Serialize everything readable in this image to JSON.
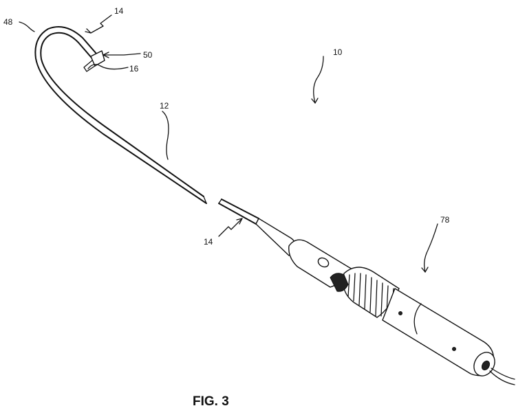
{
  "figure": {
    "caption": "FIG. 3",
    "labels": {
      "ref_48": "48",
      "ref_14_top": "14",
      "ref_50": "50",
      "ref_16": "16",
      "ref_12": "12",
      "ref_10": "10",
      "ref_14_bottom": "14",
      "ref_78": "78"
    }
  }
}
